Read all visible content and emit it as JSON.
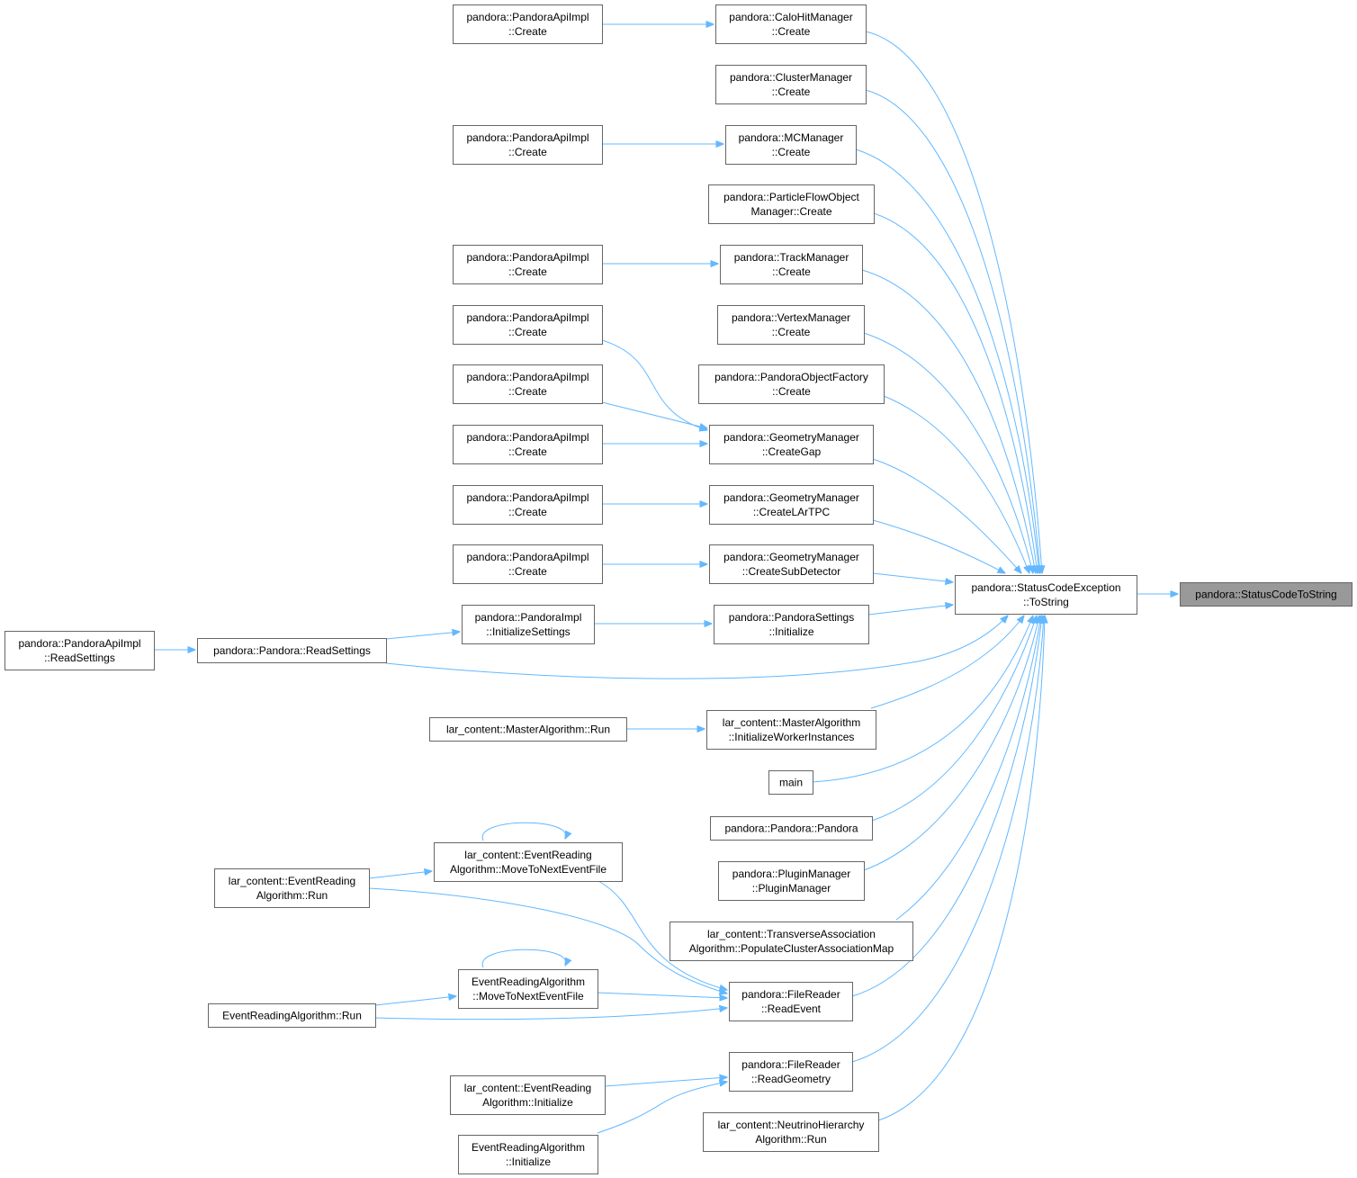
{
  "nodes": {
    "n_target": [
      "pandora::StatusCodeToString"
    ],
    "n_tostr": [
      "pandora::StatusCodeException",
      "::ToString"
    ],
    "n_calo": [
      "pandora::CaloHitManager",
      "::Create"
    ],
    "n_api1": [
      "pandora::PandoraApiImpl",
      "::Create"
    ],
    "n_cluster": [
      "pandora::ClusterManager",
      "::Create"
    ],
    "n_mc": [
      "pandora::MCManager",
      "::Create"
    ],
    "n_api2": [
      "pandora::PandoraApiImpl",
      "::Create"
    ],
    "n_pfo": [
      "pandora::ParticleFlowObject",
      "Manager::Create"
    ],
    "n_track": [
      "pandora::TrackManager",
      "::Create"
    ],
    "n_api3": [
      "pandora::PandoraApiImpl",
      "::Create"
    ],
    "n_vertex": [
      "pandora::VertexManager",
      "::Create"
    ],
    "n_api4": [
      "pandora::PandoraApiImpl",
      "::Create"
    ],
    "n_factory": [
      "pandora::PandoraObjectFactory",
      "::Create"
    ],
    "n_api5": [
      "pandora::PandoraApiImpl",
      "::Create"
    ],
    "n_gap": [
      "pandora::GeometryManager",
      "::CreateGap"
    ],
    "n_api6": [
      "pandora::PandoraApiImpl",
      "::Create"
    ],
    "n_lartpc": [
      "pandora::GeometryManager",
      "::CreateLArTPC"
    ],
    "n_api7": [
      "pandora::PandoraApiImpl",
      "::Create"
    ],
    "n_subdet": [
      "pandora::GeometryManager",
      "::CreateSubDetector"
    ],
    "n_api8": [
      "pandora::PandoraApiImpl",
      "::Create"
    ],
    "n_settings": [
      "pandora::PandoraSettings",
      "::Initialize"
    ],
    "n_pimpl": [
      "pandora::PandoraImpl",
      "::InitializeSettings"
    ],
    "n_readset": [
      "pandora::Pandora::ReadSettings"
    ],
    "n_apiread": [
      "pandora::PandoraApiImpl",
      "::ReadSettings"
    ],
    "n_master": [
      "lar_content::MasterAlgorithm",
      "::InitializeWorkerInstances"
    ],
    "n_masterrun": [
      "lar_content::MasterAlgorithm::Run"
    ],
    "n_main": [
      "main"
    ],
    "n_pandora": [
      "pandora::Pandora::Pandora"
    ],
    "n_plugin": [
      "pandora::PluginManager",
      "::PluginManager"
    ],
    "n_transverse": [
      "lar_content::TransverseAssociation",
      "Algorithm::PopulateClusterAssociationMap"
    ],
    "n_readevent": [
      "pandora::FileReader",
      "::ReadEvent"
    ],
    "n_lcmove": [
      "lar_content::EventReading",
      "Algorithm::MoveToNextEventFile"
    ],
    "n_lcrun": [
      "lar_content::EventReading",
      "Algorithm::Run"
    ],
    "n_ermove": [
      "EventReadingAlgorithm",
      "::MoveToNextEventFile"
    ],
    "n_errun": [
      "EventReadingAlgorithm::Run"
    ],
    "n_readgeom": [
      "pandora::FileReader",
      "::ReadGeometry"
    ],
    "n_lcinit": [
      "lar_content::EventReading",
      "Algorithm::Initialize"
    ],
    "n_erinit": [
      "EventReadingAlgorithm",
      "::Initialize"
    ],
    "n_neutrino": [
      "lar_content::NeutrinoHierarchy",
      "Algorithm::Run"
    ]
  },
  "edges": [
    [
      "n_tostr",
      "n_target"
    ],
    [
      "n_calo",
      "n_tostr"
    ],
    [
      "n_cluster",
      "n_tostr"
    ],
    [
      "n_mc",
      "n_tostr"
    ],
    [
      "n_pfo",
      "n_tostr"
    ],
    [
      "n_track",
      "n_tostr"
    ],
    [
      "n_vertex",
      "n_tostr"
    ],
    [
      "n_factory",
      "n_tostr"
    ],
    [
      "n_gap",
      "n_tostr"
    ],
    [
      "n_lartpc",
      "n_tostr"
    ],
    [
      "n_subdet",
      "n_tostr"
    ],
    [
      "n_settings",
      "n_tostr"
    ],
    [
      "n_readset",
      "n_tostr"
    ],
    [
      "n_master",
      "n_tostr"
    ],
    [
      "n_main",
      "n_tostr"
    ],
    [
      "n_pandora",
      "n_tostr"
    ],
    [
      "n_plugin",
      "n_tostr"
    ],
    [
      "n_transverse",
      "n_tostr"
    ],
    [
      "n_readevent",
      "n_tostr"
    ],
    [
      "n_readgeom",
      "n_tostr"
    ],
    [
      "n_neutrino",
      "n_tostr"
    ],
    [
      "n_api1",
      "n_calo"
    ],
    [
      "n_api2",
      "n_mc"
    ],
    [
      "n_api3",
      "n_track"
    ],
    [
      "n_api4",
      "n_gap"
    ],
    [
      "n_api5",
      "n_gap"
    ],
    [
      "n_api6",
      "n_gap"
    ],
    [
      "n_api7",
      "n_lartpc"
    ],
    [
      "n_api8",
      "n_subdet"
    ],
    [
      "n_pimpl",
      "n_settings"
    ],
    [
      "n_readset",
      "n_pimpl"
    ],
    [
      "n_apiread",
      "n_readset"
    ],
    [
      "n_masterrun",
      "n_master"
    ],
    [
      "n_lcmove",
      "n_readevent"
    ],
    [
      "n_lcmove",
      "n_lcmove"
    ],
    [
      "n_lcrun",
      "n_lcmove"
    ],
    [
      "n_lcrun",
      "n_readevent"
    ],
    [
      "n_ermove",
      "n_readevent"
    ],
    [
      "n_ermove",
      "n_ermove"
    ],
    [
      "n_errun",
      "n_ermove"
    ],
    [
      "n_errun",
      "n_readevent"
    ],
    [
      "n_lcinit",
      "n_readgeom"
    ],
    [
      "n_erinit",
      "n_readgeom"
    ]
  ],
  "colors": {
    "edge": "#63b8ff",
    "node_border": "#666666",
    "node_fill": "#ffffff",
    "focus_fill": "#999999"
  }
}
